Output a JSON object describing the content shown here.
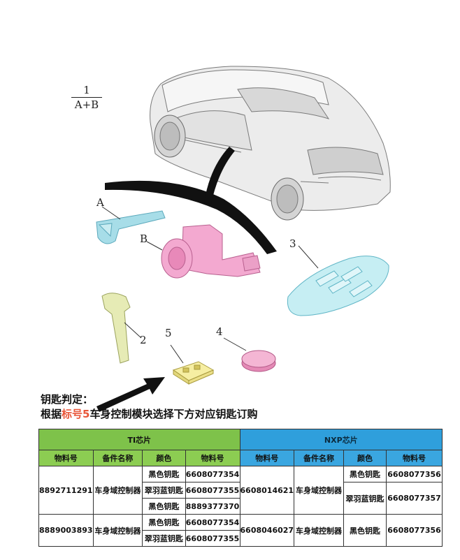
{
  "figure": {
    "fraction": {
      "numerator": "1",
      "denominator": "A+B"
    },
    "callouts": {
      "a": "A",
      "b": "B",
      "n2": "2",
      "n3": "3",
      "n4": "4",
      "n5": "5"
    }
  },
  "caption": {
    "line1": "钥匙判定：",
    "line2_prefix": "根据",
    "line2_highlight": "标号5",
    "line2_suffix": "车身控制模块选择下方对应钥匙订购"
  },
  "table": {
    "ti_header": "TI芯片",
    "nxp_header": "NXP芯片",
    "columns": [
      "物料号",
      "备件名称",
      "颜色",
      "物料号"
    ],
    "ti_rows": [
      {
        "part_no": "8892711291",
        "name": "车身域控制器",
        "keys": [
          {
            "color": "黑色钥匙",
            "part_no": "6608077354"
          },
          {
            "color": "翠羽蓝钥匙",
            "part_no": "6608077355"
          },
          {
            "color": "黑色钥匙",
            "part_no": "8889377370"
          }
        ]
      },
      {
        "part_no": "8889003893",
        "name": "车身域控制器",
        "keys": [
          {
            "color": "黑色钥匙",
            "part_no": "6608077354"
          },
          {
            "color": "翠羽蓝钥匙",
            "part_no": "6608077355"
          }
        ]
      }
    ],
    "nxp_rows": [
      {
        "part_no": "6608014621",
        "name": "车身域控制器",
        "keys": [
          {
            "color": "黑色钥匙",
            "part_no": "6608077356"
          },
          {
            "color": "翠羽蓝钥匙",
            "part_no": "6608077357"
          }
        ]
      },
      {
        "part_no": "6608046027",
        "name": "车身域控制器",
        "keys": [
          {
            "color": "黑色钥匙",
            "part_no": "6608077356"
          }
        ]
      }
    ]
  }
}
